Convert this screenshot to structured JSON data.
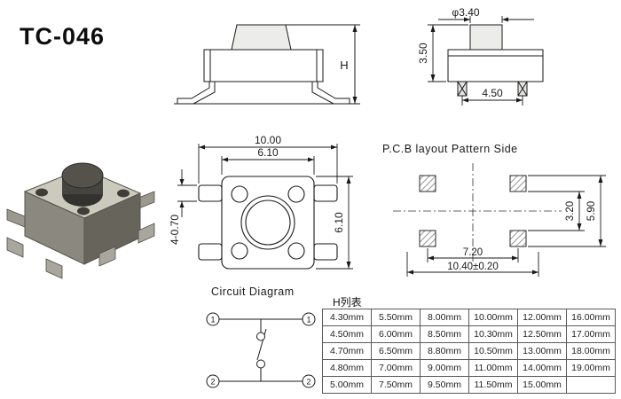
{
  "title": "TC-046",
  "sections": {
    "pcb_title": "P.C.B  layout  Pattern  Side",
    "circuit_title": "Circuit  Diagram",
    "table_title": "H列表"
  },
  "dims": {
    "height": "H",
    "stem_diameter": "φ3.40",
    "body_height": "3.50",
    "pin_pitch": "4.50",
    "overall_width": "10.00",
    "body_width": "6.10",
    "body_depth": "6.10",
    "pin_width": "4-0.70",
    "pad_inner_gap": "3.20",
    "pad_outer_span": "5.90",
    "pad_pitch": "7.20",
    "pad_overall": "10.40±0.20"
  },
  "circuit": {
    "pin_top_left": "1",
    "pin_top_right": "1",
    "pin_bottom_left": "2",
    "pin_bottom_right": "2"
  },
  "h_table": {
    "rows": [
      [
        "4.30mm",
        "5.50mm",
        "8.00mm",
        "10.00mm",
        "12.00mm",
        "16.00mm"
      ],
      [
        "4.50mm",
        "6.00mm",
        "8.50mm",
        "10.30mm",
        "12.50mm",
        "17.00mm"
      ],
      [
        "4.70mm",
        "6.50mm",
        "8.80mm",
        "10.50mm",
        "13.00mm",
        "18.00mm"
      ],
      [
        "4.80mm",
        "7.00mm",
        "9.00mm",
        "11.00mm",
        "14.00mm",
        "19.00mm"
      ],
      [
        "5.00mm",
        "7.50mm",
        "9.50mm",
        "11.50mm",
        "15.00mm",
        ""
      ]
    ]
  }
}
